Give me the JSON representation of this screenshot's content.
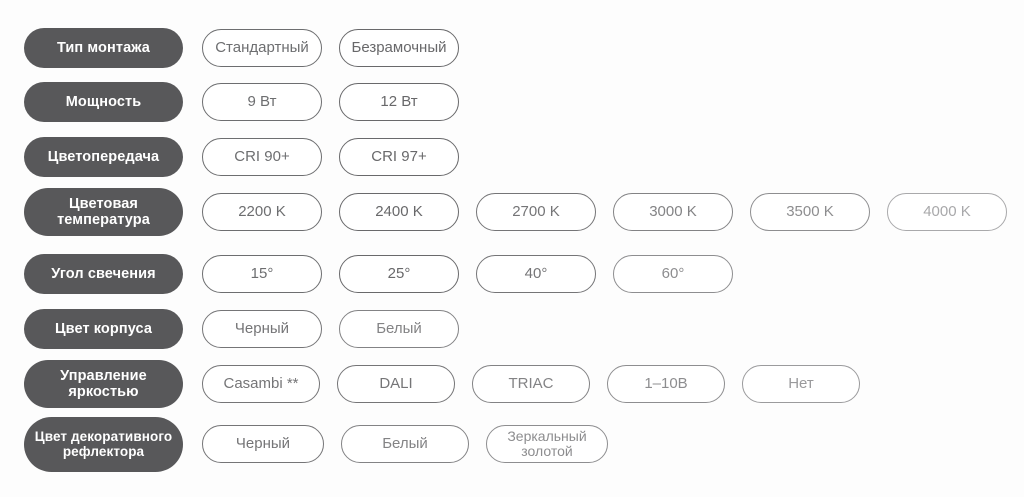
{
  "page": {
    "background_color": "#fdfdfd",
    "label_pill_color": "#58585a",
    "label_text_color": "#ffffff",
    "chip_border_color": "#6d6e70",
    "chip_text_color": "#6d6e70"
  },
  "rows": [
    {
      "label": "Тип монтажа",
      "options": [
        "Стандартный",
        "Безрамочный"
      ]
    },
    {
      "label": "Мощность",
      "options": [
        "9 Вт",
        "12 Вт"
      ]
    },
    {
      "label": "Цветопередача",
      "options": [
        "CRI 90+",
        "CRI 97+"
      ]
    },
    {
      "label": "Цветовая температура",
      "options": [
        "2200 K",
        "2400 K",
        "2700 K",
        "3000 K",
        "3500 K",
        "4000 K"
      ]
    },
    {
      "label": "Угол свечения",
      "options": [
        "15°",
        "25°",
        "40°",
        "60°"
      ]
    },
    {
      "label": "Цвет корпуса",
      "options": [
        "Черный",
        "Белый"
      ]
    },
    {
      "label": "Управление яркостью",
      "options": [
        "Casambi **",
        "DALI",
        "TRIAC",
        "1–10В",
        "Нет"
      ]
    },
    {
      "label": "Цвет декоративного рефлектора",
      "options": [
        "Черный",
        "Белый",
        "Зеркальный золотой"
      ]
    }
  ]
}
